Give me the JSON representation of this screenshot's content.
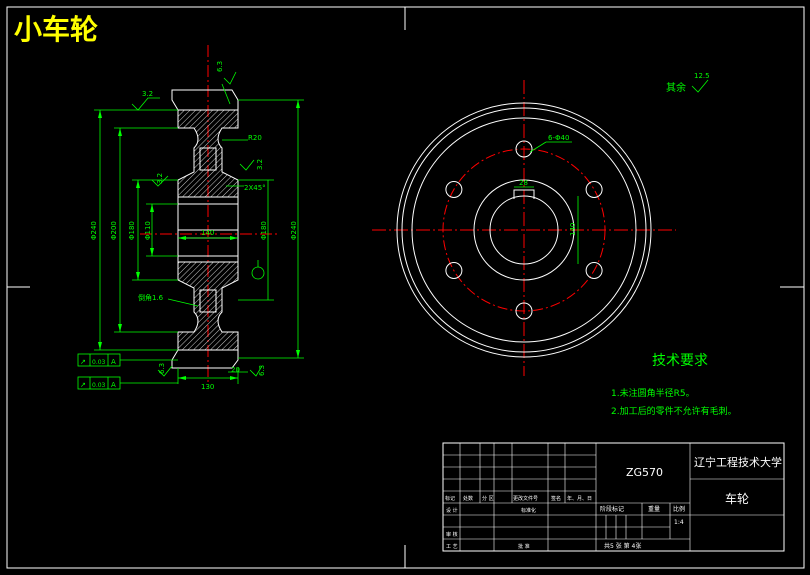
{
  "title": "小车轮",
  "section_view": {
    "dims": {
      "d_outer": "Φ240",
      "d_mid": "Φ200",
      "d_hub": "Φ180",
      "d_bore": "Φ110",
      "d_right": "Φ180",
      "width_140": "140",
      "width_130": "130",
      "r20": "R20",
      "chamfer": "2X45°",
      "bottom_20": "20",
      "fillet_note": "倒角1.6"
    },
    "roughness": {
      "r_top_left": "3.2",
      "r_top": "6.3",
      "r_right": "3.2",
      "r_mid_left": "3.2",
      "r_bottom_left": "6.3",
      "r_bottom_right": "6.3"
    },
    "tolerance_frames": [
      {
        "symbol": "↗",
        "value": "0.03",
        "datum": "A"
      },
      {
        "symbol": "↗",
        "value": "0.03",
        "datum": "A"
      }
    ]
  },
  "front_view": {
    "hole_label": "6-Φ40",
    "keyway_width": "28",
    "keyway_depth": "140",
    "rest_label": "其余",
    "rest_roughness": "12.5"
  },
  "tech": {
    "heading": "技术要求",
    "items": [
      "1.未注圆角半径R5。",
      "2.加工后的零件不允许有毛刺。"
    ]
  },
  "title_block": {
    "material": "ZG570",
    "school": "辽宁工程技术大学",
    "part_name": "车轮",
    "scale": "1:4",
    "sheets": "共5 张  第 4张",
    "stage_mark": "阶段标记",
    "weight": "重量",
    "ratio": "比例",
    "row_labels": [
      "标记",
      "处数",
      "分 区",
      "更改文件号",
      "签名",
      "年、月、日"
    ],
    "design": "设 计",
    "standardize": "标准化",
    "audit": "审 核",
    "process": "工 艺",
    "approve": "批 准"
  }
}
